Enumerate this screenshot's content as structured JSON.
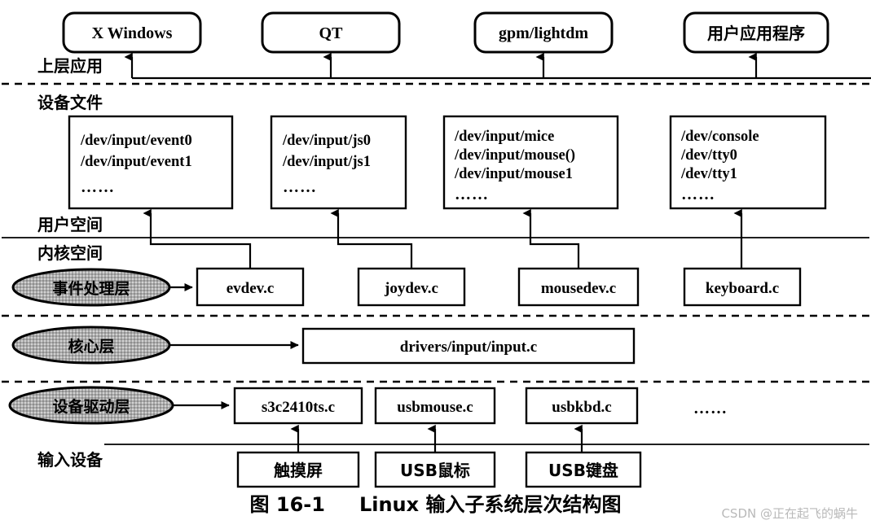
{
  "figure": {
    "caption_prefix": "图 16-1",
    "caption_title": "Linux 输入子系统层次结构图",
    "watermark": "CSDN @正在起飞的蜗牛"
  },
  "side_labels": [
    {
      "id": "upper-application",
      "text": "上层应用"
    },
    {
      "id": "device-file",
      "text": "设备文件"
    },
    {
      "id": "user-space",
      "text": "用户空间"
    },
    {
      "id": "kernel-space",
      "text": "内核空间"
    },
    {
      "id": "input-device",
      "text": "输入设备"
    }
  ],
  "layer_tags": [
    {
      "id": "event-handler-layer",
      "text": "事件处理层"
    },
    {
      "id": "core-layer",
      "text": "核心层"
    },
    {
      "id": "device-driver-layer",
      "text": "设备驱动层"
    }
  ],
  "applications": [
    {
      "id": "x-windows",
      "text": "X Windows"
    },
    {
      "id": "qt",
      "text": "QT"
    },
    {
      "id": "gpm-lightdm",
      "text": "gpm/lightdm"
    },
    {
      "id": "user-application",
      "text": "用户应用程序"
    }
  ],
  "device_files": [
    {
      "id": "event-nodes",
      "lines": [
        "/dev/input/event0",
        "/dev/input/event1"
      ],
      "ellipsis": "……"
    },
    {
      "id": "js-nodes",
      "lines": [
        "/dev/input/js0",
        "/dev/input/js1"
      ],
      "ellipsis": "……"
    },
    {
      "id": "mouse-nodes",
      "lines": [
        "/dev/input/mice",
        "/dev/input/mouse()",
        "/dev/input/mouse1"
      ],
      "ellipsis": "……"
    },
    {
      "id": "console-tty-nodes",
      "lines": [
        "/dev/console",
        "/dev/tty0",
        "/dev/tty1"
      ],
      "ellipsis": "……"
    }
  ],
  "event_handlers": [
    {
      "id": "evdev",
      "text": "evdev.c"
    },
    {
      "id": "joydev",
      "text": "joydev.c"
    },
    {
      "id": "mousedev",
      "text": "mousedev.c"
    },
    {
      "id": "keyboard",
      "text": "keyboard.c"
    }
  ],
  "core": {
    "id": "input-core",
    "text": "drivers/input/input.c"
  },
  "drivers": [
    {
      "id": "s3c2410ts",
      "text": "s3c2410ts.c"
    },
    {
      "id": "usbmouse",
      "text": "usbmouse.c"
    },
    {
      "id": "usbkbd",
      "text": "usbkbd.c"
    }
  ],
  "drivers_ellipsis": "……",
  "input_devices": [
    {
      "id": "touchscreen",
      "text": "触摸屏"
    },
    {
      "id": "usb-mouse",
      "text": "USB鼠标"
    },
    {
      "id": "usb-keyboard",
      "text": "USB键盘"
    }
  ],
  "colors": {
    "stroke": "#000000",
    "background": "#ffffff",
    "ellipse_fill": "#a8a8a8",
    "watermark": "#b9b9b9"
  }
}
